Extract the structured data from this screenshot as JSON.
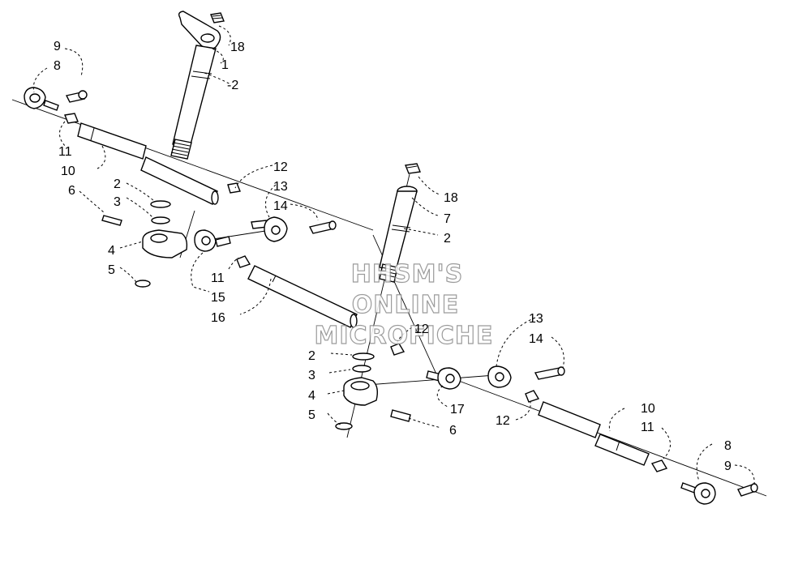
{
  "watermark": {
    "line1": "HHSM'S",
    "line2": "ONLINE",
    "line3": "MICROFICHE"
  },
  "callouts": {
    "c18a": "18",
    "c1": "1",
    "c2a": "-2",
    "c9a": "9",
    "c8a": "8",
    "c11a": "11",
    "c10a": "10",
    "c12a": "12",
    "c13a": "13",
    "c14a": "14",
    "c2b": "2",
    "c3a": "3",
    "c6a": "6",
    "c4a": "4",
    "c5a": "5",
    "c11b": "11",
    "c15": "15",
    "c16": "16",
    "c18b": "18",
    "c7": "7",
    "c2c": "2",
    "c12b": "12",
    "c2d": "2",
    "c3b": "3",
    "c4b": "4",
    "c5b": "5",
    "c17": "17",
    "c6b": "6",
    "c13b": "13",
    "c14b": "14",
    "c12c": "12",
    "c10b": "10",
    "c11c": "11",
    "c8b": "8",
    "c9b": "9"
  }
}
